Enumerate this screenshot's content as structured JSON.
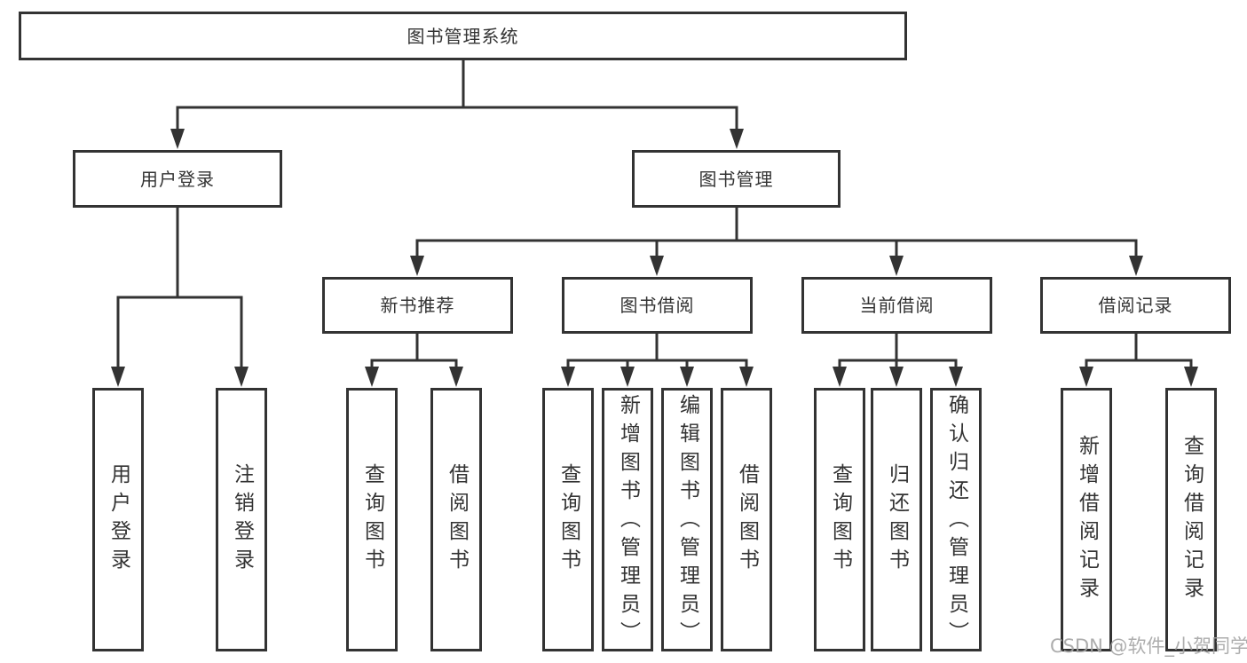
{
  "diagram": {
    "root": "图书管理系统",
    "login": {
      "label": "用户登录",
      "children": [
        "用户登录",
        "注销登录"
      ]
    },
    "management": {
      "label": "图书管理",
      "sections": [
        {
          "label": "新书推荐",
          "children": [
            "查询图书",
            "借阅图书"
          ]
        },
        {
          "label": "图书借阅",
          "children": [
            "查询图书",
            "新增图书（管理员）",
            "编辑图书（管理员）",
            "借阅图书"
          ]
        },
        {
          "label": "当前借阅",
          "children": [
            "查询图书",
            "归还图书",
            "确认归还（管理员）"
          ]
        },
        {
          "label": "借阅记录",
          "children": [
            "新增借阅记录",
            "查询借阅记录"
          ]
        }
      ]
    }
  },
  "watermark": "CSDN @软件_小贺同学"
}
